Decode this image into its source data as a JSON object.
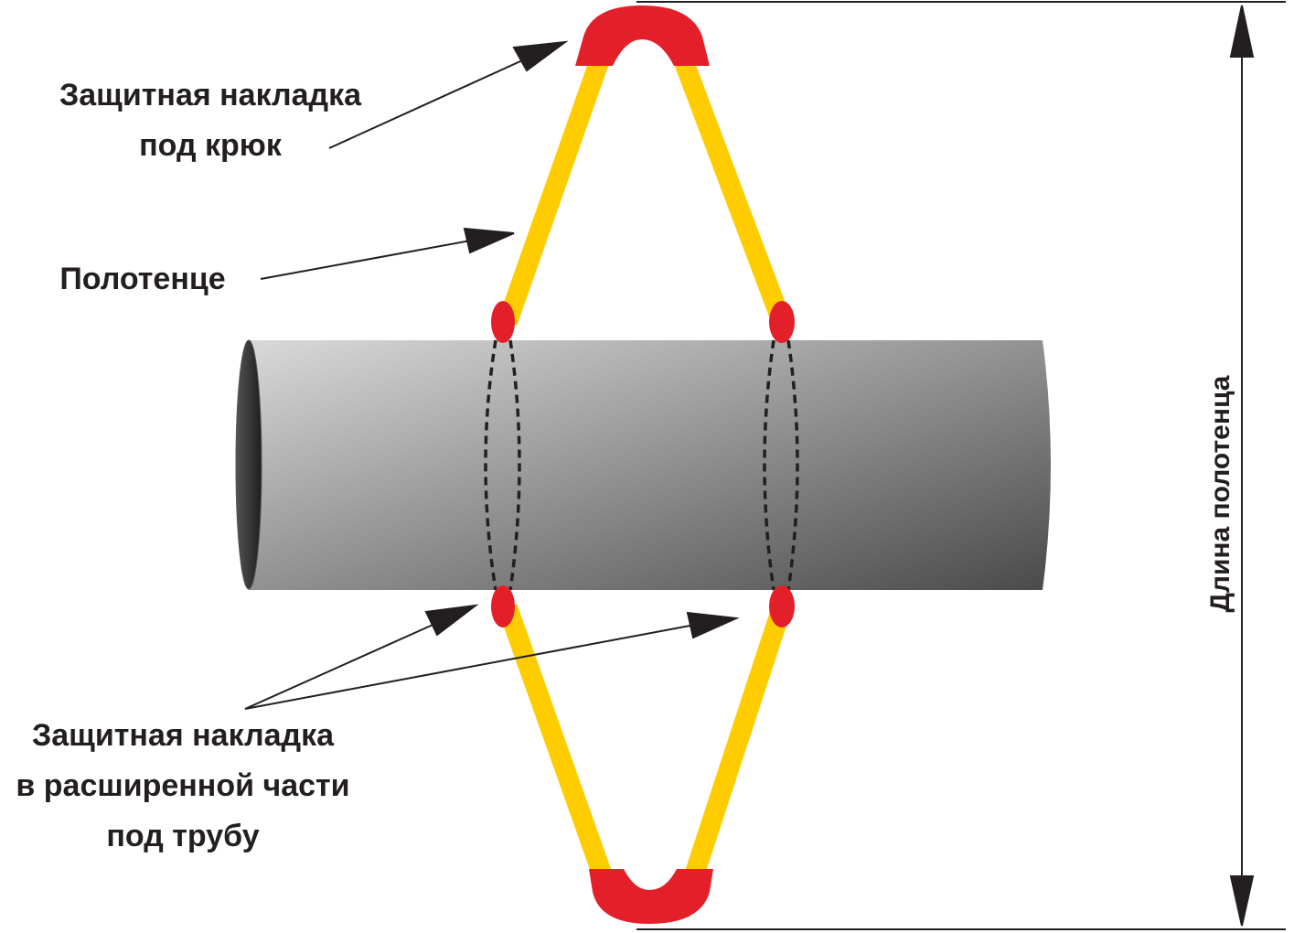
{
  "labels": {
    "hook_pad_line1": "Защитная накладка",
    "hook_pad_line2": "под крюк",
    "towel": "Полотенце",
    "pipe_pad_line1": "Защитная накладка",
    "pipe_pad_line2": "в расширенной части",
    "pipe_pad_line3": "под трубу",
    "towel_length": "Длина полотенца"
  },
  "colors": {
    "strap": "#ffcc00",
    "pad": "#e3202a",
    "pipe_light": "#d9d9d9",
    "pipe_dark": "#4a4a4a",
    "pipe_end": "#2b2b2b",
    "line": "#231f20"
  }
}
